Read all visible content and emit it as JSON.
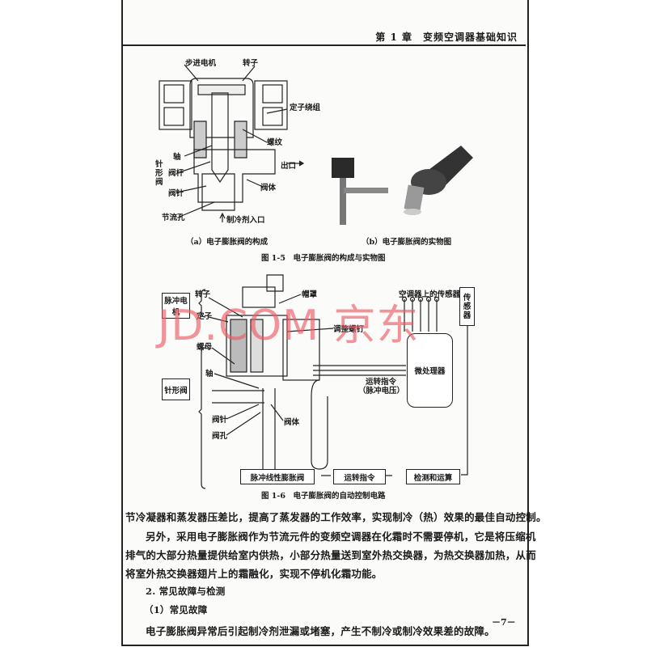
{
  "header": {
    "chapter": "第 1 章　变频空调器基础知识"
  },
  "figure_1_5": {
    "labels": {
      "stepper_motor": "步进电机",
      "rotor": "转子",
      "stator_winding": "定子绕组",
      "thread": "螺纹",
      "shaft": "轴",
      "needle_valve": "针形阀",
      "valve_stem": "阀杆",
      "outlet": "出口",
      "valve_body": "阀体",
      "valve_needle": "阀针",
      "orifice": "节流孔",
      "refrigerant_inlet": "制冷剂入口"
    },
    "caption_a": "（a）电子膨胀阀的构成",
    "caption_b": "（b）电子膨胀阀的实物图",
    "caption": "图 1-5　电子膨胀阀的构成与实物图"
  },
  "figure_1_6": {
    "labels": {
      "pulse_motor": "脉冲电机",
      "rotor": "转子",
      "stator": "定子",
      "cap": "帽罩",
      "sensors_on_ac": "空调器上的传感器",
      "sensor": "传感器",
      "adjust_screw": "调整螺钉",
      "nut": "螺母",
      "microprocessor": "微处理器",
      "shaft": "轴",
      "run_command": "运转指令",
      "pulse_voltage": "（脉冲电压）",
      "needle_valve": "针形阀",
      "valve_needle": "阀针",
      "valve_hole": "阀孔",
      "valve_body": "阀体"
    },
    "flow": [
      "脉冲线性膨胀阀",
      "运转指令",
      "检测和运算"
    ],
    "caption": "图 1-6　电子膨胀阀的自动控制电路"
  },
  "watermark": "JD.COM 京东",
  "body": [
    "节冷凝器和蒸发器压差比，提高了蒸发器的工作效率，实现制冷（热）效果的最佳自动控制。",
    "另外，采用电子膨胀阀作为节流元件的变频空调器在化霜时不需要停机，它是将压缩机",
    "排气的大部分热量提供给室内供热，小部分热量送到室外热交换器，为热交换器加热，从而",
    "将室外热交换器翅片上的霜融化，实现不停机化霜功能。",
    "2. 常见故障与检测",
    "（1）常见故障",
    "电子膨胀阀异常后引起制冷剂泄漏或堵塞，产生不制冷或制冷效果差的故障。"
  ],
  "page_number": "－7－"
}
